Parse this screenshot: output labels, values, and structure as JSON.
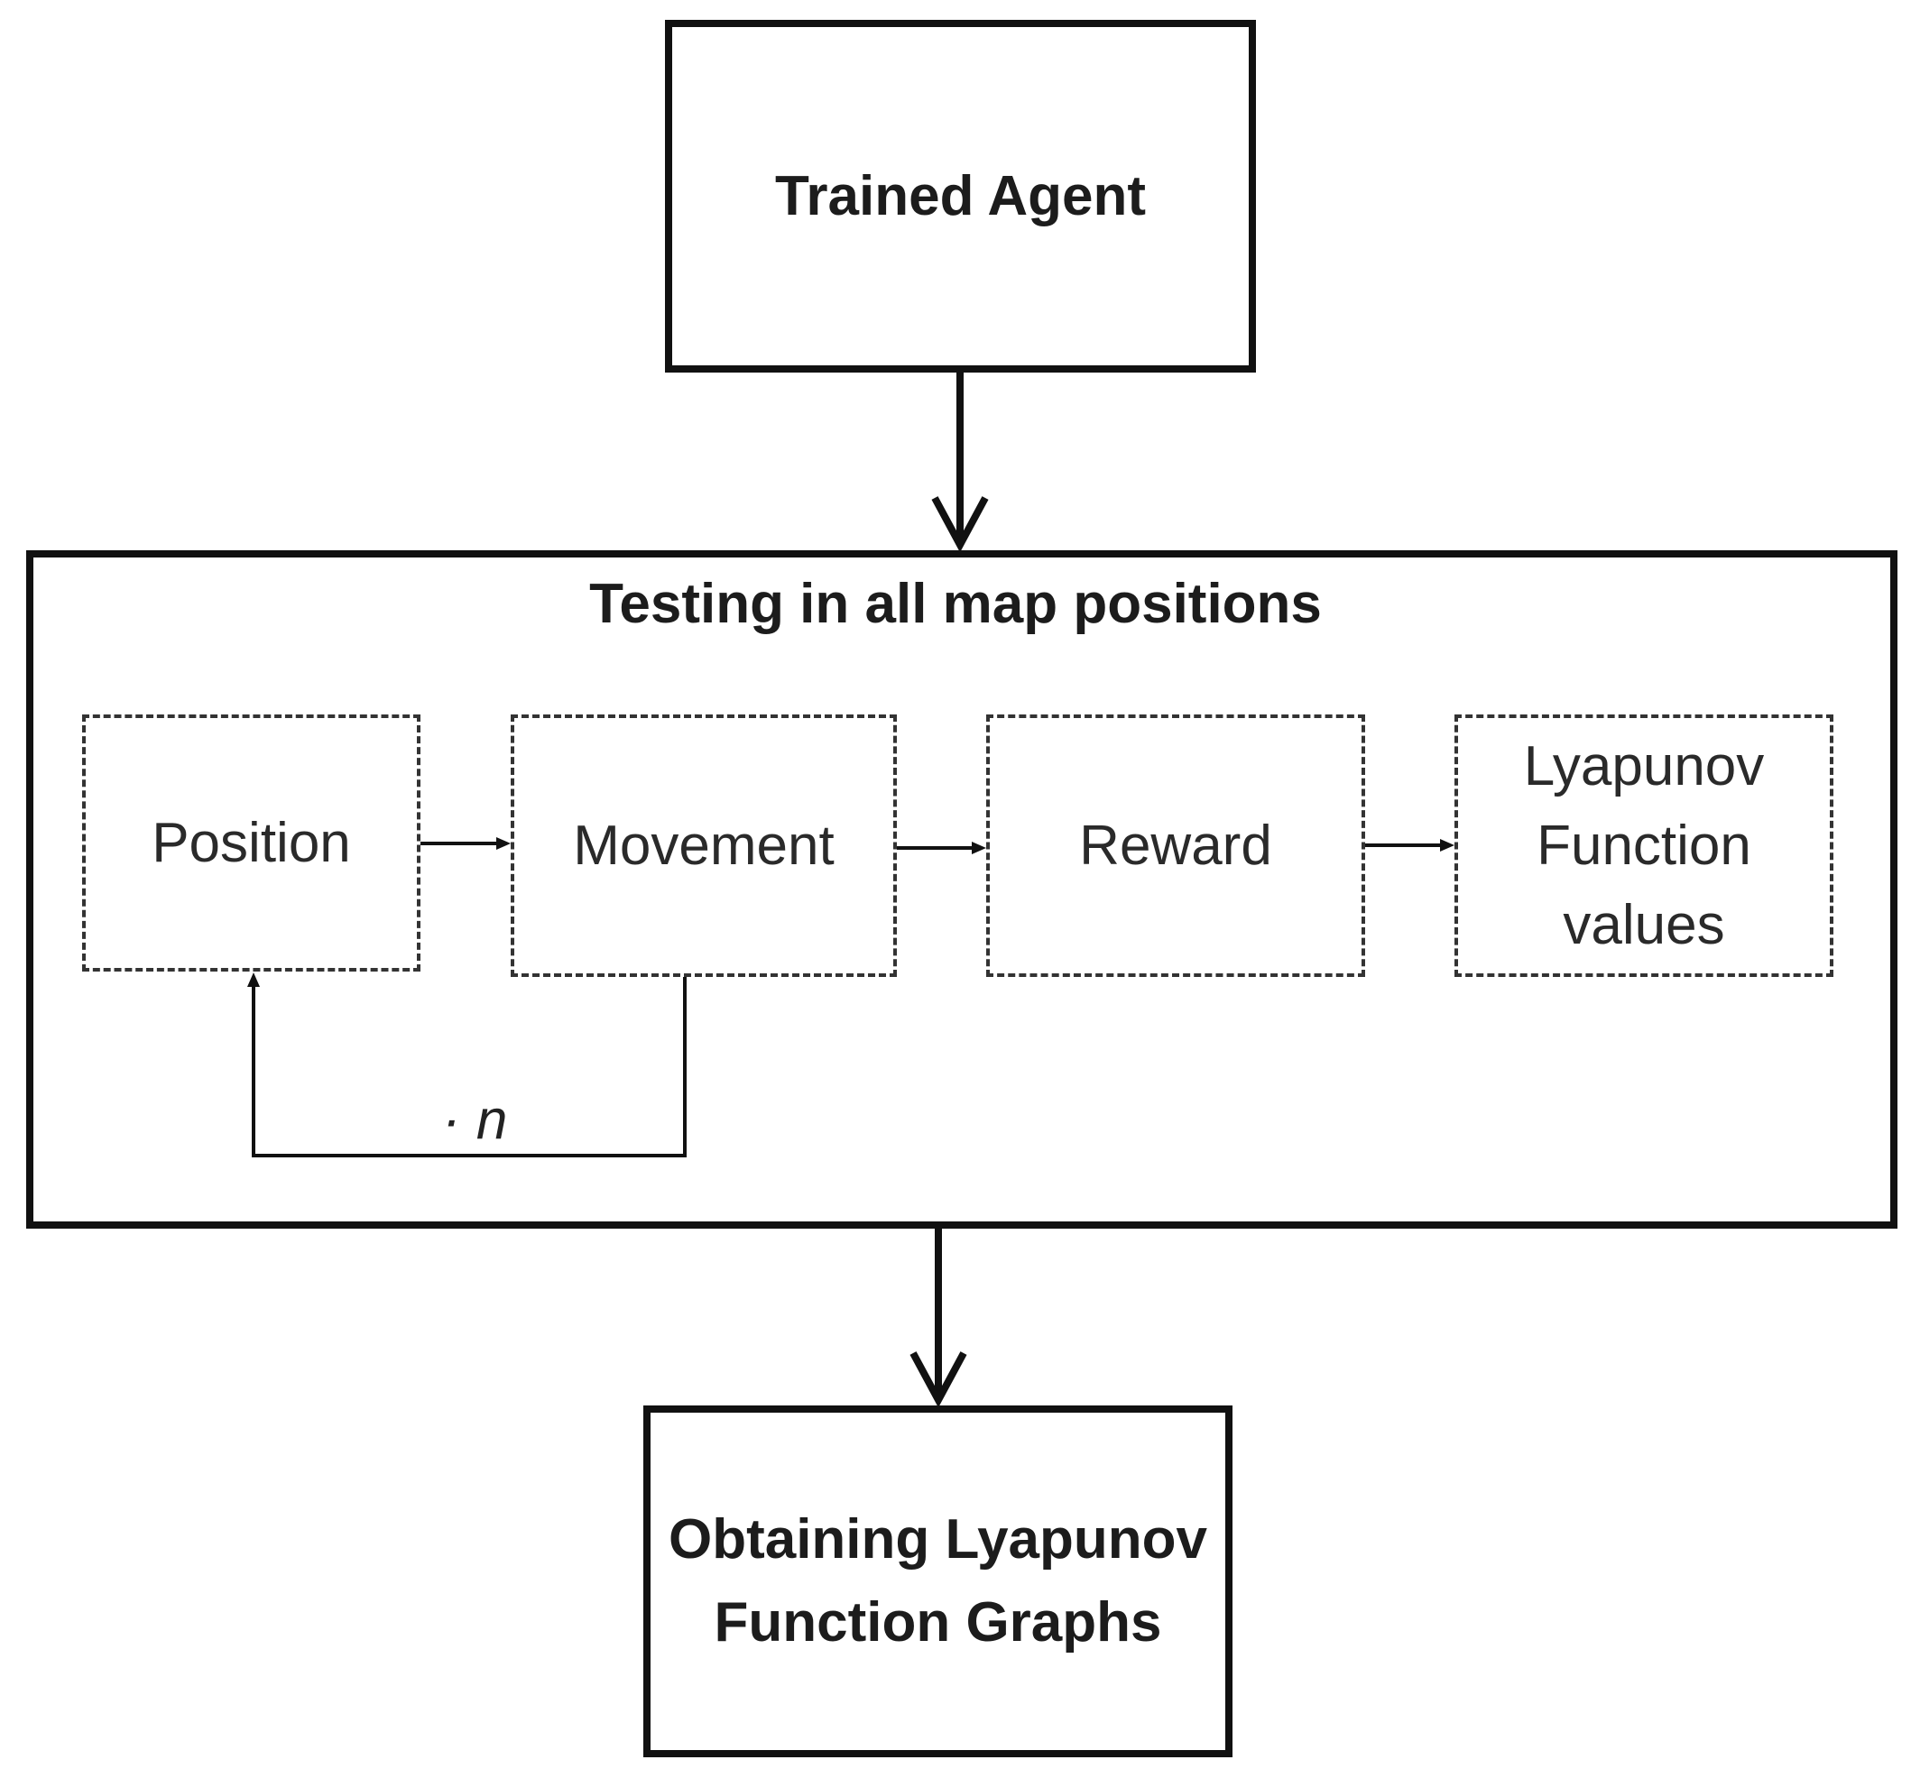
{
  "diagram": {
    "top_node": {
      "label": "Trained Agent"
    },
    "container": {
      "title": "Testing in all map positions"
    },
    "steps": [
      {
        "label": "Position"
      },
      {
        "label": "Movement"
      },
      {
        "label": "Reward"
      },
      {
        "label": "Lyapunov Function values"
      }
    ],
    "loop_label": "· n",
    "bottom_node": {
      "label": "Obtaining Lyapunov Function Graphs"
    }
  },
  "colors": {
    "stroke": "#111111",
    "text": "#1c1c1c",
    "background": "#ffffff"
  }
}
